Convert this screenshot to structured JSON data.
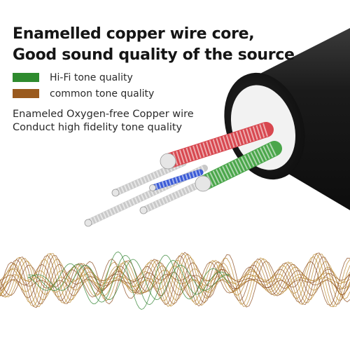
{
  "headline": {
    "line1": "Enamelled copper wire core,",
    "line2": "Good sound quality of the source"
  },
  "legend": [
    {
      "label": "Hi-Fi tone quality",
      "color": "#2e8b2e"
    },
    {
      "label": "common tone quality",
      "color": "#9a5a1e"
    }
  ],
  "description": {
    "line1": "Enameled Oxygen-free Copper wire",
    "line2": "Conduct high fidelity tone quality"
  },
  "colors": {
    "cable_jacket": "#1b1b1b",
    "wire_red": "#d8474f",
    "wire_green": "#4aa64a",
    "wire_blue": "#3b5bd6",
    "wire_silver": "#c9c9c9",
    "wave_gold": "#b8862e",
    "wave_brown": "#8a4a1c",
    "wave_green": "#3c8a3c"
  }
}
